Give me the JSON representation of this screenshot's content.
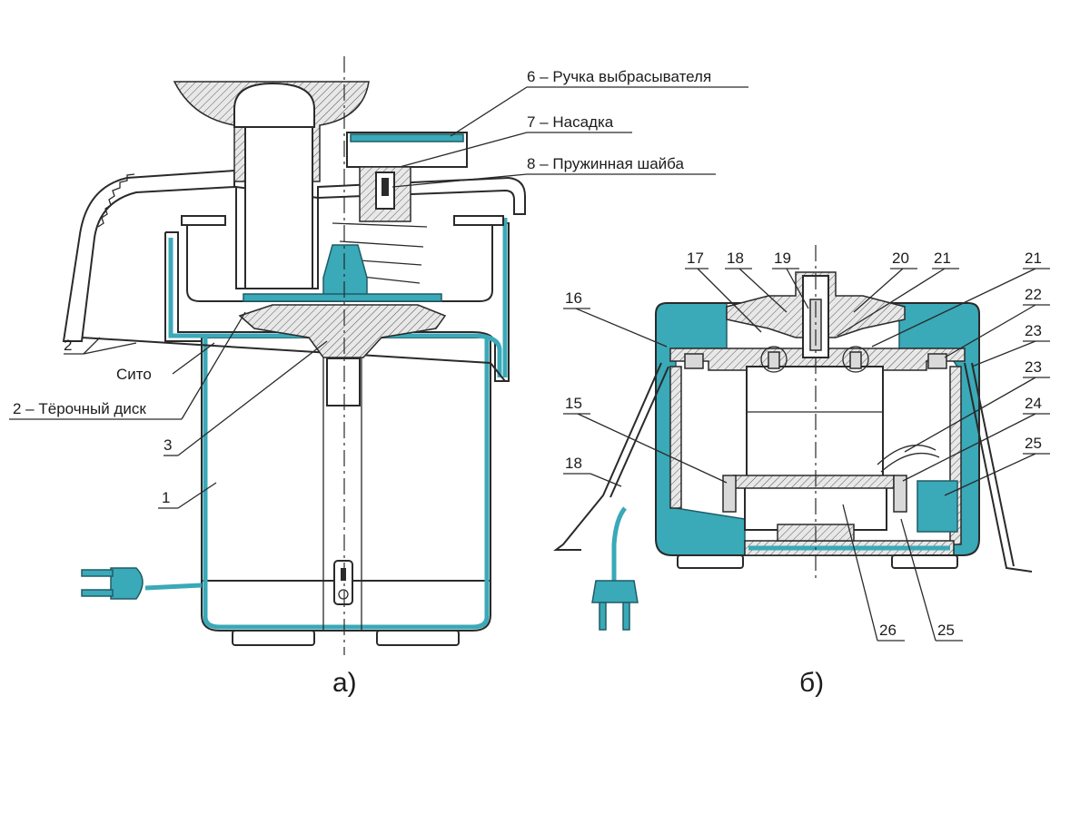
{
  "labels": {
    "a": {
      "l6": "6 – Ручка выбрасывателя",
      "l7": "7 – Насадка",
      "l8": "8 – Пружинная шайба",
      "l2": "2",
      "sito": "Сито",
      "l2disk": "2 – Тёрочный диск",
      "l3": "3",
      "l1": "1"
    },
    "b": {
      "n17": "17",
      "n18top": "18",
      "n19": "19",
      "n20": "20",
      "n21a": "21",
      "n21b": "21",
      "n16": "16",
      "n22": "22",
      "n23a": "23",
      "n23b": "23",
      "n15": "15",
      "n24": "24",
      "n18left": "18",
      "n25a": "25",
      "n26": "26",
      "n25b": "25"
    }
  },
  "captions": {
    "a": "а)",
    "b": "б)"
  },
  "colors": {
    "accent": "#3aa9b8",
    "outline": "#2a2a2a",
    "background": "#ffffff"
  }
}
